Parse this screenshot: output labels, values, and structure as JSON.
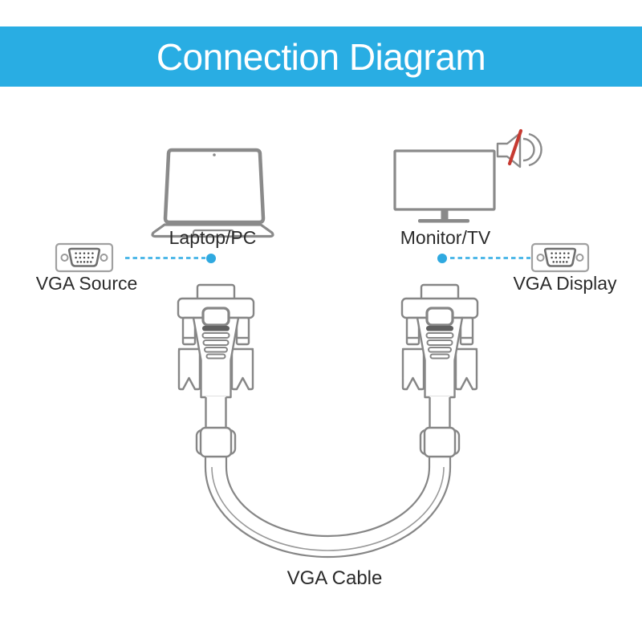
{
  "header": {
    "title": "Connection Diagram"
  },
  "devices": {
    "source": {
      "label": "Laptop/PC",
      "icon": "laptop-icon"
    },
    "display": {
      "label": "Monitor/TV",
      "icon": "monitor-icon",
      "audio_icon": "muted-speaker-icon"
    }
  },
  "ports": {
    "source": {
      "label": "VGA Source",
      "icon": "vga-port-icon"
    },
    "display": {
      "label": "VGA Display",
      "icon": "vga-port-icon"
    }
  },
  "cable": {
    "label": "VGA Cable",
    "icon": "vga-cable-illustration"
  },
  "colors": {
    "banner_background": "#29ADE3",
    "banner_text": "#FFFFFF",
    "connection_dash": "#4FB8E8",
    "connection_dot": "#2FA9E0",
    "diagram_gray": "#8A8A8A",
    "mute_cross_red": "#C63A31",
    "label_text": "#2B2B2B"
  }
}
